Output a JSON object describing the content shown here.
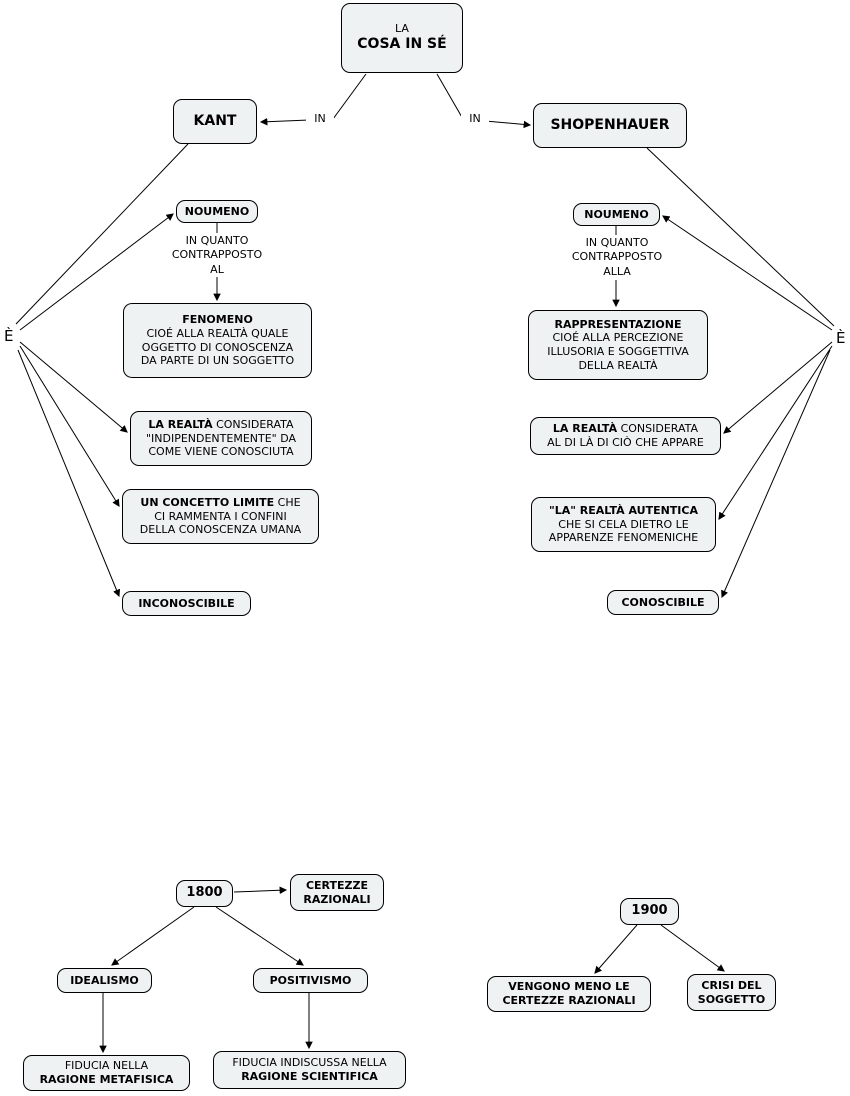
{
  "map1": {
    "root": {
      "top": "LA",
      "title": "COSA IN SÉ"
    },
    "in_left": "IN",
    "in_right": "IN",
    "kant": "KANT",
    "schopenhauer": "SHOPENHAUER",
    "e_left": "È",
    "e_right": "È",
    "kant_branch": {
      "noumeno": "NOUMENO",
      "link": "IN QUANTO\nCONTRAPPOSTO\nAL",
      "fenomeno_title": "FENOMENO",
      "fenomeno_body": "CIOÉ ALLA REALTÀ QUALE\nOGGETTO DI CONOSCENZA\nDA PARTE DI UN SOGGETTO",
      "realta_bold": "LA REALTÀ",
      "realta_rest": " CONSIDERATA\n\"INDIPENDENTEMENTE\" DA\nCOME VIENE CONOSCIUTA",
      "concetto_bold": "UN CONCETTO LIMITE",
      "concetto_rest": " CHE\nCI RAMMENTA I CONFINI\nDELLA CONOSCENZA UMANA",
      "inconoscibile": "INCONOSCIBILE"
    },
    "schopenhauer_branch": {
      "noumeno": "NOUMENO",
      "link": "IN QUANTO\nCONTRAPPOSTO\nALLA",
      "rappresentazione_title": "RAPPRESENTAZIONE",
      "rappresentazione_body": "CIOÉ ALLA PERCEZIONE\nILLUSORIA E SOGGETTIVA\nDELLA REALTÀ",
      "realta_bold": "LA REALTÀ",
      "realta_rest": " CONSIDERATA\nAL DI LÀ DI CIÒ CHE APPARE",
      "autentica_bold": "\"LA\" REALTÀ AUTENTICA",
      "autentica_rest": "CHE SI CELA DIETRO LE\nAPPARENZE FENOMENICHE",
      "conoscibile": "CONOSCIBILE"
    }
  },
  "map2": {
    "y1800": "1800",
    "certezze": "CERTEZZE\nRAZIONALI",
    "idealismo": "IDEALISMO",
    "positivismo": "POSITIVISMO",
    "fiducia_meta_top": "FIDUCIA NELLA",
    "fiducia_meta_bold": "RAGIONE METAFISICA",
    "fiducia_sci_top": "FIDUCIA INDISCUSSA NELLA",
    "fiducia_sci_bold": "RAGIONE SCIENTIFICA",
    "y1900": "1900",
    "vengono": "VENGONO MENO LE\nCERTEZZE RAZIONALI",
    "crisi": "CRISI DEL\nSOGGETTO"
  }
}
